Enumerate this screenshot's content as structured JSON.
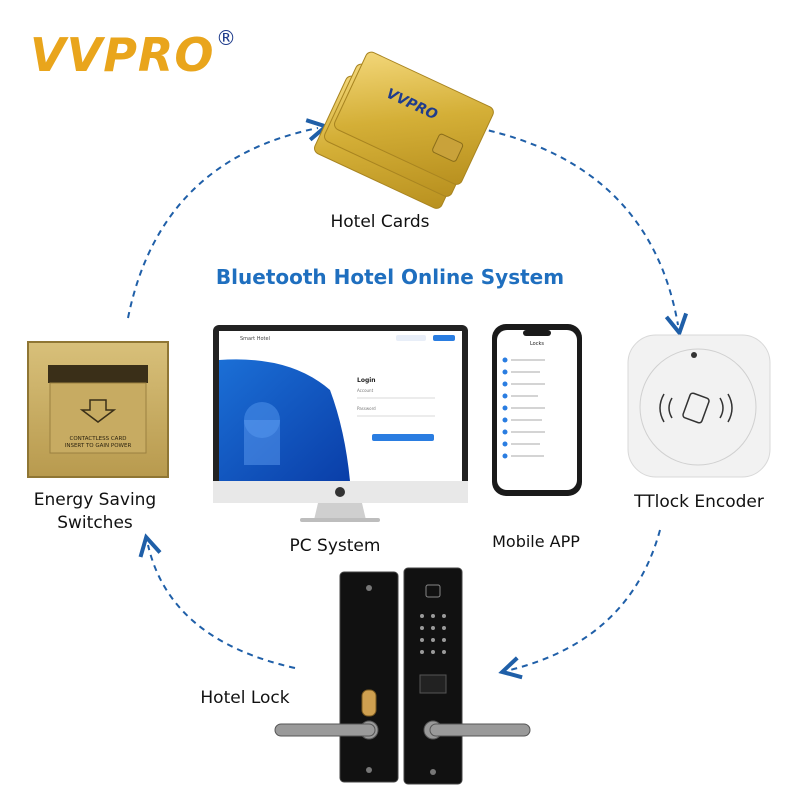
{
  "brand": {
    "logo_text": "VVPRO",
    "registered_mark": "®"
  },
  "title": "Bluetooth Hotel Online System",
  "components": {
    "hotel_cards": "Hotel Cards",
    "energy_switch_line1": "Energy Saving",
    "energy_switch_line2": "Switches",
    "ttlock_encoder": "TTlock Encoder",
    "hotel_lock": "Hotel Lock",
    "pc_system": "PC System",
    "mobile_app": "Mobile APP"
  },
  "switch_text": {
    "line1": "CONTACTLESS CARD",
    "line2": "INSERT TO GAIN POWER"
  },
  "pc_screen": {
    "login": "Login",
    "account": "Account",
    "password": "Password",
    "app_name": "Smart Hotel"
  },
  "phone_screen": {
    "header": "Locks"
  },
  "colors": {
    "accent_blue": "#1f6fbf",
    "arrow_blue": "#1f5fa8",
    "gold": "#d4af37",
    "logo_blue": "#1f3c8c",
    "logo_orange": "#e9a51c"
  }
}
